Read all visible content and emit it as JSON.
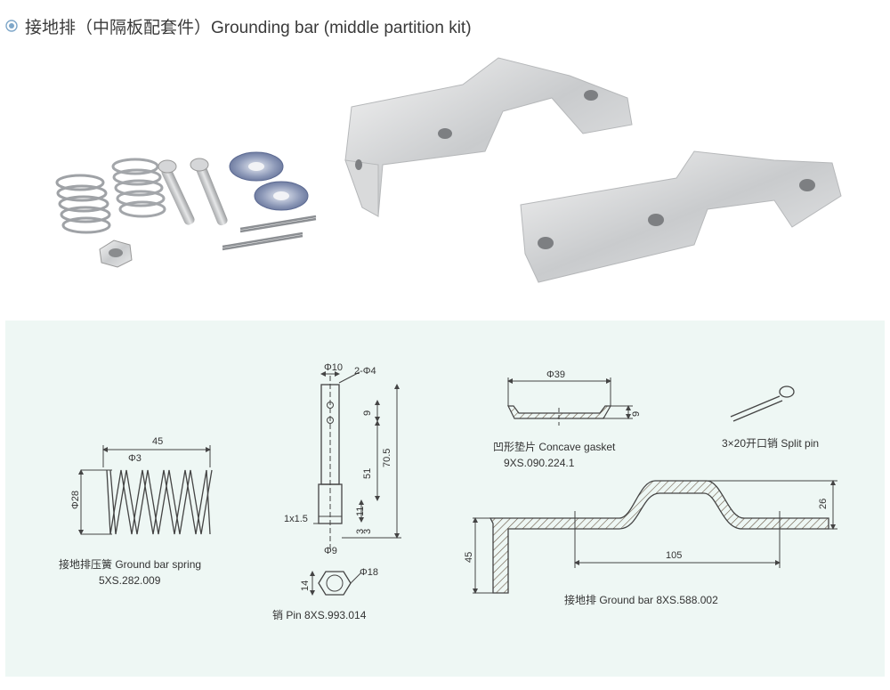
{
  "header": {
    "title": "接地排（中隔板配套件）Grounding bar (middle partition kit)",
    "bullet_icon": "circle-bullet-icon"
  },
  "photos": {
    "kit_parts": "spring-nut-pin-gasket-split-pin-photo",
    "ground_bars": "ground-bar-photo"
  },
  "drawings": {
    "spring": {
      "caption": "接地排压簧 Ground bar spring",
      "code": "5XS.282.009",
      "dim_length": "45",
      "dim_wire": "Φ3",
      "dim_diameter": "Φ28"
    },
    "pin": {
      "caption": "销 Pin   8XS.993.014",
      "dim_top_dia": "Φ10",
      "dim_holes": "2-Φ4",
      "dim_9": "9",
      "dim_total": "70.5",
      "dim_51": "51",
      "dim_11": "11",
      "dim_3": "3",
      "dim_3b": "3",
      "dim_chamfer": "1x1.5",
      "dim_bottom_dia": "Φ9",
      "dim_head_dia": "Φ18",
      "dim_head_h": "14"
    },
    "gasket": {
      "caption": "凹形垫片 Concave gasket",
      "code": "9XS.090.224.1",
      "dim_dia": "Φ39",
      "dim_h": "9"
    },
    "split_pin": {
      "caption": "3×20开口销 Split pin"
    },
    "ground_bar": {
      "caption": "接地排 Ground bar   8XS.588.002",
      "dim_height": "45",
      "dim_length": "105",
      "dim_step": "26"
    }
  },
  "colors": {
    "panel_bg": "#eef7f4",
    "line": "#444444",
    "hatch": "#6a5a48"
  }
}
